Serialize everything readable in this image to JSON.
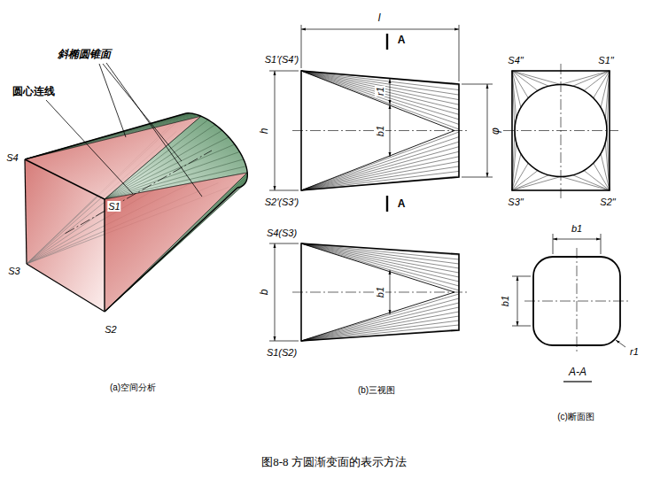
{
  "diagram": {
    "caption": "图8-8 方圆渐变面的表示方法",
    "labels": [
      "斜椭圆锥面",
      "圆心连线",
      "S4",
      "S1",
      "S3",
      "S2",
      "(a)空间分析",
      "l",
      "A",
      "S1'(S4')",
      "r1",
      "b1",
      "h",
      "φ",
      "A",
      "S2'(S3')",
      "S4\"",
      "S1\"",
      "S3\"",
      "S2\"",
      "S4(S3)",
      "b",
      "b1",
      "S1(S2)",
      "(b)三视图",
      "b1",
      "b1",
      "r1",
      "A-A",
      "(c)断面图"
    ]
  }
}
